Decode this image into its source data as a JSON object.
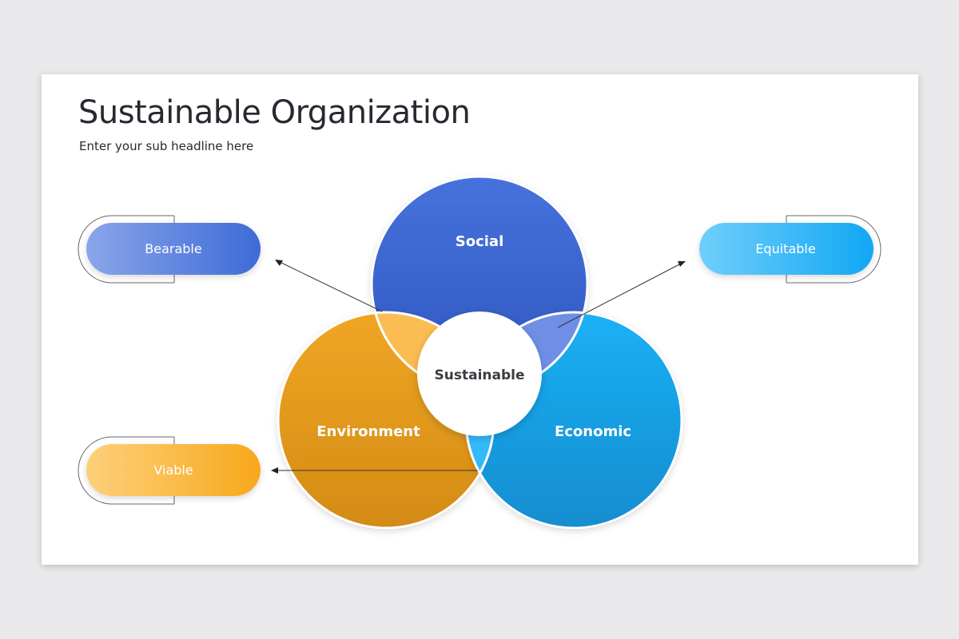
{
  "slide": {
    "title": "Sustainable Organization",
    "subtitle": "Enter your sub headline here"
  },
  "venn": {
    "top": "Social",
    "left": "Environment",
    "right": "Economic",
    "center": "Sustainable"
  },
  "pills": {
    "top_left": "Bearable",
    "top_right": "Equitable",
    "bottom_left": "Viable"
  },
  "colors": {
    "social": "#3b67d0",
    "environment": "#e29b1e",
    "economic": "#1ba3e8",
    "bearable": "#5a86e0",
    "equitable": "#3db8f8",
    "viable": "#fbb734"
  }
}
